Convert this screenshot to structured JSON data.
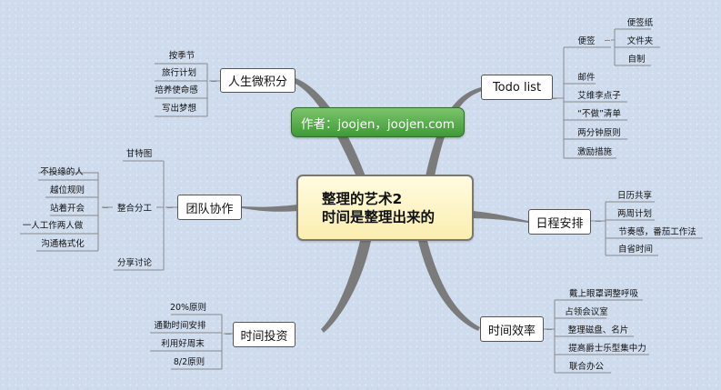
{
  "center": {
    "line1": "整理的艺术2",
    "line2": "时间是整理出来的"
  },
  "author": "作者：joojen，joojen.com",
  "branches": {
    "life": {
      "label": "人生微积分",
      "items": [
        "按季节",
        "旅行计划",
        "培养使命感",
        "写出梦想"
      ]
    },
    "team": {
      "label": "团队协作",
      "gantt": "甘特图",
      "integrate": {
        "label": "整合分工",
        "items": [
          "不投缘的人",
          "越位规则",
          "站着开会",
          "一人工作两人做",
          "沟通格式化"
        ]
      },
      "share": "分享讨论"
    },
    "invest": {
      "label": "时间投资",
      "items": [
        "20%原则",
        "通勤时间安排",
        "利用好周末",
        "8/2原则"
      ]
    },
    "todo": {
      "label": "Todo list",
      "sticky": {
        "label": "便签",
        "items": [
          "便签纸",
          "文件夹",
          "自制"
        ]
      },
      "items": [
        "邮件",
        "艾维李点子",
        "“不做”清单",
        "两分钟原则",
        "激励措施"
      ]
    },
    "schedule": {
      "label": "日程安排",
      "items": [
        "日历共享",
        "两周计划",
        "节奏感，番茄工作法",
        "自省时间"
      ]
    },
    "efficiency": {
      "label": "时间效率",
      "items": [
        "戴上眼罩调整呼吸",
        "占领会议室",
        "整理磁盘、名片",
        "提高爵士乐型集中力",
        "联合办公"
      ]
    }
  }
}
